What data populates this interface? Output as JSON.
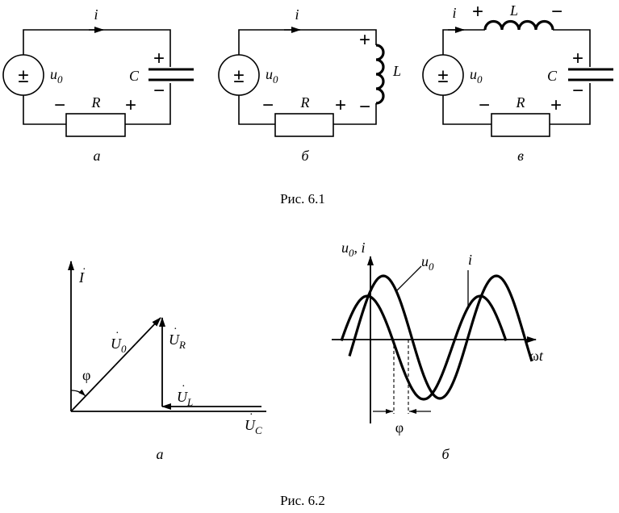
{
  "fig1": {
    "caption": "Рис. 6.1",
    "circuit_a": {
      "current": "i",
      "source": "u",
      "source_sub": "0",
      "capacitor": "C",
      "resistor": "R",
      "sublabel": "а"
    },
    "circuit_b": {
      "current": "i",
      "source": "u",
      "source_sub": "0",
      "inductor": "L",
      "resistor": "R",
      "sublabel": "б"
    },
    "circuit_c": {
      "current": "i",
      "source": "u",
      "source_sub": "0",
      "inductor": "L",
      "capacitor": "C",
      "resistor": "R",
      "sublabel": "в"
    },
    "plus": "+",
    "minus": "−",
    "source_sign": "±"
  },
  "fig2": {
    "caption": "Рис. 6.2",
    "phasor": {
      "sublabel": "а",
      "current": "I",
      "u0": "U",
      "u0_sub": "0",
      "ur": "U",
      "ur_sub": "R",
      "ul": "U",
      "ul_sub": "L",
      "uc": "U",
      "uc_sub": "C",
      "angle": "φ"
    },
    "waves": {
      "sublabel": "б",
      "y_axis": "u",
      "y_axis_sub": "0",
      "y_axis_rest": ", i",
      "u0": "u",
      "u0_sub": "0",
      "i": "i",
      "x_axis": "ω",
      "x_axis_t": "t",
      "angle": "φ"
    }
  }
}
